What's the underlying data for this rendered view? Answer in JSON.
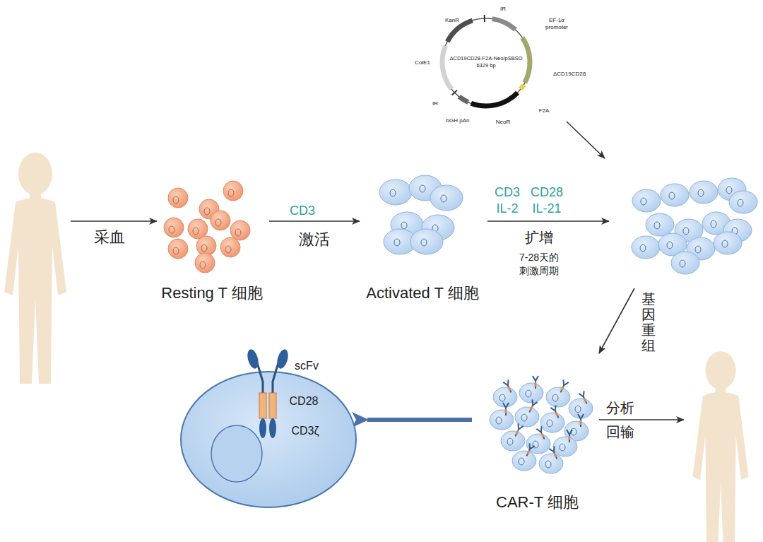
{
  "diagram": {
    "nodes": [
      {
        "text": [
          "Resting T 细胞"
        ]
      },
      {
        "text": [
          "Activated T 细胞"
        ]
      },
      {
        "text": [
          "ΔCD19CD28-F2A-Neo/pSBSO",
          "6329 bp"
        ]
      },
      {
        "text": [
          "CAR-T 细胞"
        ]
      }
    ],
    "edges": [
      {
        "from": 0,
        "to": 1,
        "arrow": "to",
        "label": "激活"
      }
    ],
    "labels": [
      "采血",
      "CD3",
      "CD3",
      "CD28",
      "IL-2",
      "IL-21",
      "扩增",
      "7-28天的 刺激周期",
      "基因重组",
      "分析 回输",
      "scFv",
      "CD28",
      "CD3ζ",
      "KanR",
      "IR",
      "EF-1α promoter",
      "ΔCD19CD28",
      "F2A",
      "NeoR",
      "bGH pAn",
      "IR",
      "ColE1"
    ]
  }
}
